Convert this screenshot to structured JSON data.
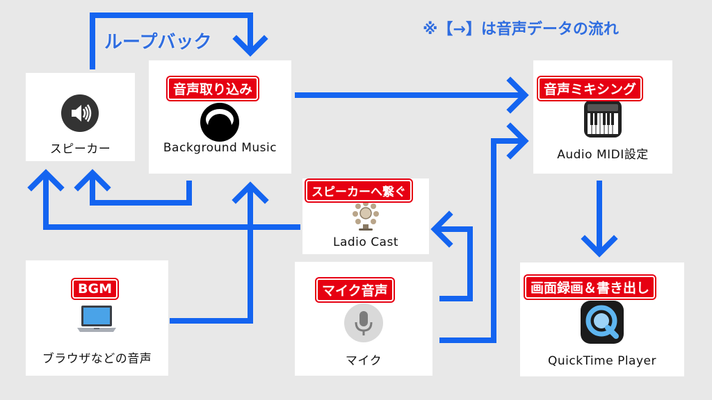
{
  "note": "※【→】は音声データの流れ",
  "loopback_label": "ループバック",
  "nodes": {
    "speaker": {
      "label": "スピーカー",
      "icon": "speaker-icon"
    },
    "bgm_app": {
      "label": "Background Music",
      "tag": "音声取り込み",
      "icon": "background-music-icon"
    },
    "audio_midi": {
      "label": "Audio MIDI設定",
      "tag": "音声ミキシング",
      "icon": "piano-keyboard-icon"
    },
    "ladio_cast": {
      "label": "Ladio Cast",
      "tag": "スピーカーへ繋ぐ",
      "icon": "ladiocast-icon"
    },
    "browser": {
      "label": "ブラウザなどの音声",
      "tag": "BGM",
      "icon": "laptop-icon"
    },
    "mic": {
      "label": "マイク",
      "tag": "マイク音声",
      "icon": "microphone-icon"
    },
    "quicktime": {
      "label": "QuickTime Player",
      "tag": "画面録画＆書き出し",
      "icon": "quicktime-icon"
    }
  },
  "colors": {
    "arrow": "#1464f0",
    "tag_bg": "#e60012",
    "title": "#2f6de0",
    "background": "#e8e8e8"
  }
}
